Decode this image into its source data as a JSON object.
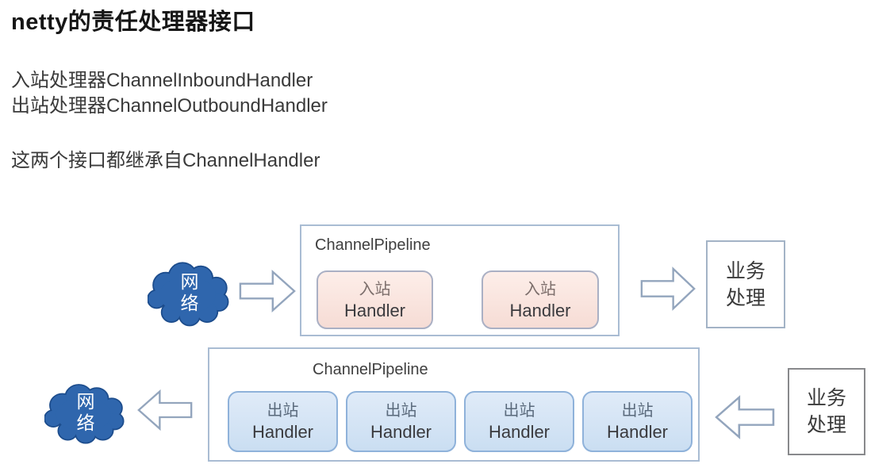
{
  "page": {
    "title": "netty的责任处理器接口",
    "intro_lines": [
      "入站处理器ChannelInboundHandler",
      "出站处理器ChannelOutboundHandler"
    ],
    "note": "这两个接口都继承自ChannelHandler"
  },
  "diagram": {
    "inbound_flow": {
      "network_label": "网络",
      "pipeline_label": "ChannelPipeline",
      "handlers": [
        {
          "zh": "入站",
          "en": "Handler"
        },
        {
          "zh": "入站",
          "en": "Handler"
        }
      ],
      "business_label": "业务处理"
    },
    "outbound_flow": {
      "network_label": "网络",
      "pipeline_label": "ChannelPipeline",
      "handlers": [
        {
          "zh": "出站",
          "en": "Handler"
        },
        {
          "zh": "出站",
          "en": "Handler"
        },
        {
          "zh": "出站",
          "en": "Handler"
        },
        {
          "zh": "出站",
          "en": "Handler"
        }
      ],
      "business_label": "业务处理"
    },
    "icons": {
      "cloud": "cloud-icon",
      "arrow_right": "arrow-right-icon",
      "arrow_left": "arrow-left-icon"
    },
    "colors": {
      "cloud_fill": "#2f66ad",
      "cloud_stroke": "#1c4c8c",
      "inbound_handler_fill": "#f9e3dd",
      "inbound_handler_border": "#aab0c4",
      "outbound_handler_fill": "#d5e3f4",
      "outbound_handler_border": "#8fb2da",
      "pipeline_border": "#a9bcd3",
      "arrow_outline": "#93a5bd"
    }
  }
}
